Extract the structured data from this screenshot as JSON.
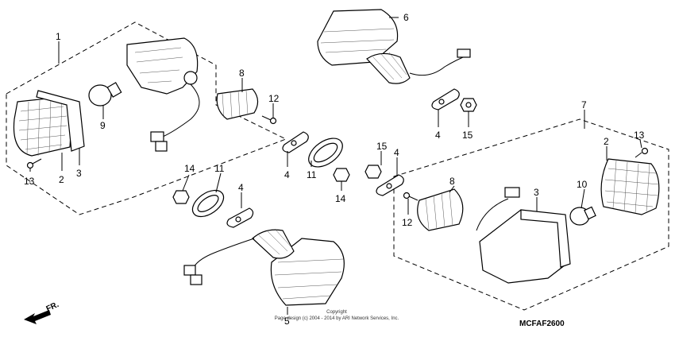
{
  "callouts": {
    "n1": "1",
    "n2a": "2",
    "n3a": "3",
    "n13a": "13",
    "n9": "9",
    "n8": "8",
    "n12a": "12",
    "n6": "6",
    "n4a": "4",
    "n15a": "15",
    "n7": "7",
    "n4b": "4",
    "n11a": "11",
    "n14a": "14",
    "n14b": "14",
    "n11b": "11",
    "n4c": "4",
    "n15b": "15",
    "n4d": "4",
    "n8b": "8",
    "n12b": "12",
    "n3b": "3",
    "n10": "10",
    "n2b": "2",
    "n13b": "13",
    "n5": "5"
  },
  "copyright": {
    "line1": "Copyright",
    "line2": "Page design (c) 2004 - 2014 by ARI Network Services, Inc."
  },
  "diagram_code": "MCFAF2600",
  "direction_label": "FR.",
  "icons": {
    "front_arrow": "front-direction-arrow-icon"
  }
}
